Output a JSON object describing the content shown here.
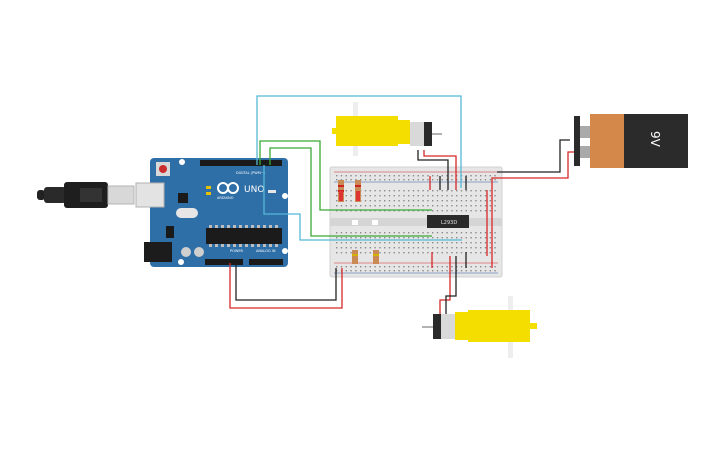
{
  "arduino": {
    "brand": "ARDUINO",
    "model": "UNO",
    "digital_label": "DIGITAL (PWM~)",
    "power_label": "POWER",
    "analog_label": "ANALOG IN"
  },
  "driver_ic": {
    "label": "L293D"
  },
  "battery": {
    "label": "9V"
  },
  "colors": {
    "arduino_board": "#2f6fa7",
    "motor_yellow": "#f4de00",
    "breadboard": "#e6e6e6",
    "battery_body": "#2b2b2b",
    "battery_cap": "#d4884a",
    "wire_red": "#d62828",
    "wire_black": "#222222",
    "wire_green": "#3aa935",
    "wire_cyan": "#55b8d6"
  }
}
